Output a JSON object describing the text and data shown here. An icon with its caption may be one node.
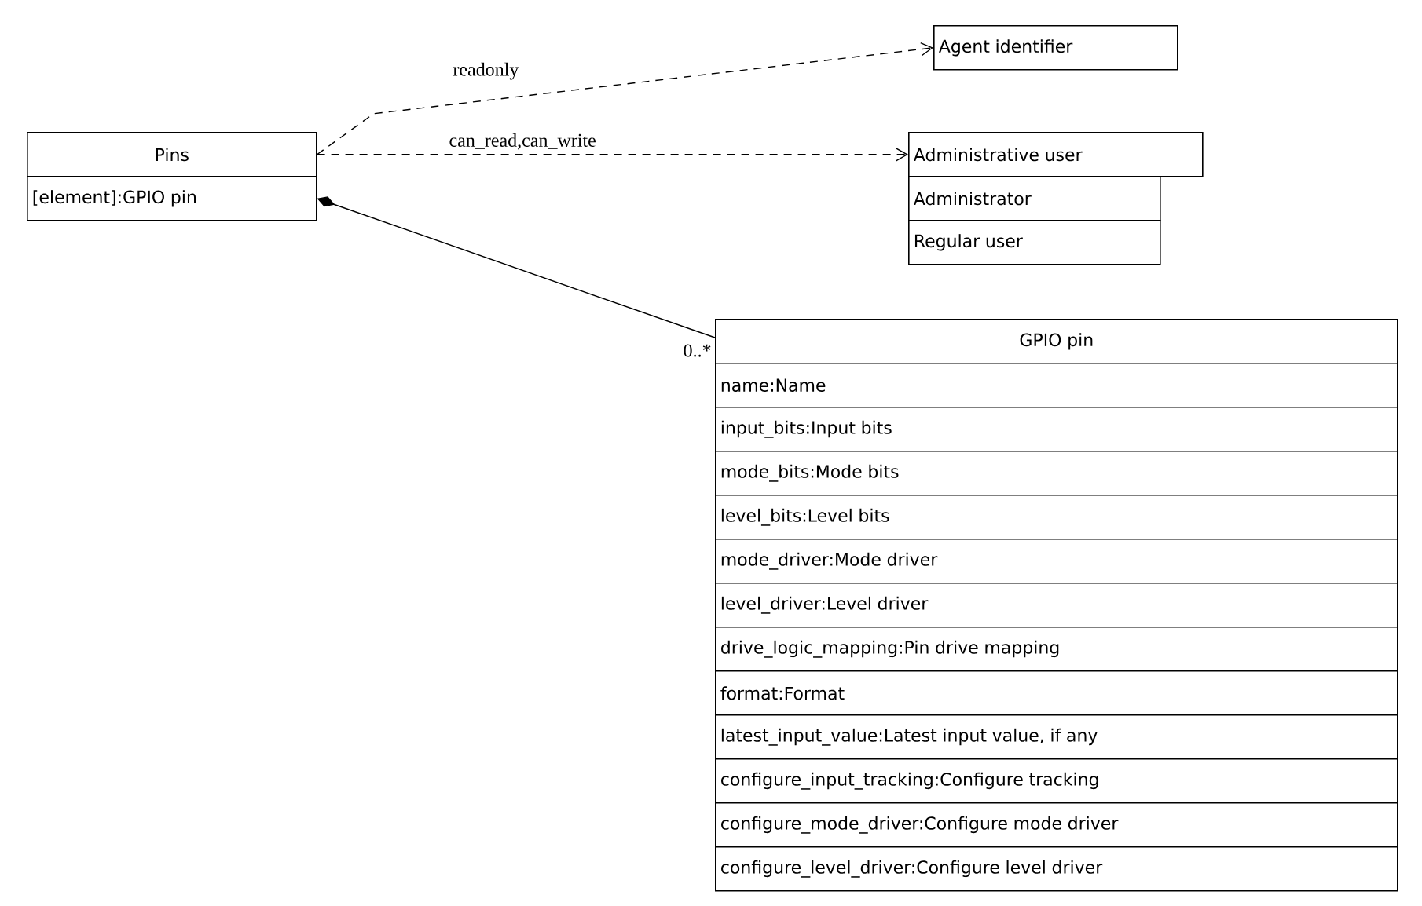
{
  "diagram": {
    "nodes": [
      {
        "text": [
          "Pins"
        ]
      },
      {
        "text": [
          "[element]:GPIO pin"
        ]
      },
      {
        "text": [
          "Agent identifier"
        ]
      },
      {
        "text": [
          "Administrative user"
        ]
      },
      {
        "text": [
          "Administrator"
        ]
      },
      {
        "text": [
          "Regular user"
        ]
      },
      {
        "text": [
          "GPIO pin"
        ]
      },
      {
        "text": [
          "name:Name"
        ]
      },
      {
        "text": [
          "input_bits:Input bits"
        ]
      },
      {
        "text": [
          "mode_bits:Mode bits"
        ]
      },
      {
        "text": [
          "level_bits:Level bits"
        ]
      },
      {
        "text": [
          "mode_driver:Mode driver"
        ]
      },
      {
        "text": [
          "level_driver:Level driver"
        ]
      },
      {
        "text": [
          "drive_logic_mapping:Pin drive mapping"
        ]
      },
      {
        "text": [
          "format:Format"
        ]
      },
      {
        "text": [
          "latest_input_value:Latest input value, if any"
        ]
      },
      {
        "text": [
          "configure_input_tracking:Configure tracking"
        ]
      },
      {
        "text": [
          "configure_mode_driver:Configure mode driver"
        ]
      },
      {
        "text": [
          "configure_level_driver:Configure level driver"
        ]
      }
    ],
    "edges": [
      {
        "from": 0,
        "to": 2,
        "arrow": "to",
        "style": "dashed",
        "label": "readonly"
      },
      {
        "from": 0,
        "to": 3,
        "arrow": "to",
        "style": "dashed",
        "label": "can_read,can_write"
      },
      {
        "from": 1,
        "to": 6,
        "arrow": "other",
        "label": "0..*"
      }
    ]
  }
}
